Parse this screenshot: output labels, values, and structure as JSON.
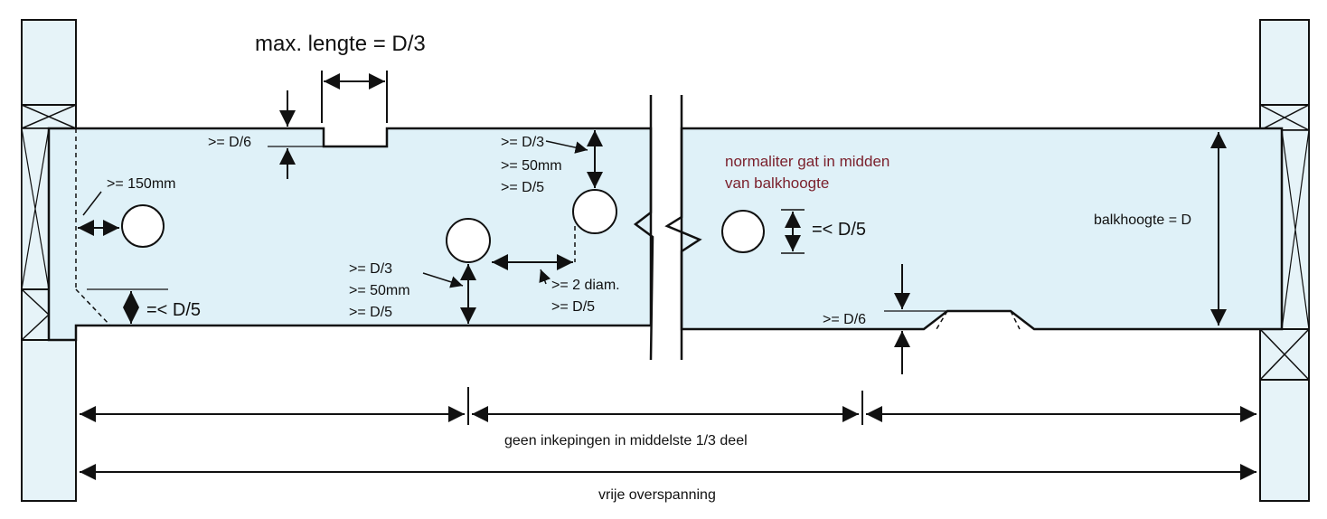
{
  "labels": {
    "max_length": "max. lengte = D/3",
    "d6_top": ">= D/6",
    "mm150": ">= 150mm",
    "d5_left": "=< D/5",
    "upper_d3": ">= D/3",
    "upper_50mm": ">= 50mm",
    "upper_d5": ">= D/5",
    "lower_d3": ">= D/3",
    "lower_50mm": ">= 50mm",
    "lower_d5": ">= D/5",
    "two_diam": ">= 2 diam.",
    "two_diam_d5": ">= D/5",
    "normal_line1": "normaliter gat in midden",
    "normal_line2": "van balkhoogte",
    "d5_right": "=< D/5",
    "d6_bottom": ">= D/6",
    "beam_height": "balkhoogte = D",
    "no_notches": "geen inkepingen in middelste 1/3 deel",
    "clear_span": "vrije overspanning"
  },
  "colors": {
    "beam_fill": "#dff1f8",
    "wall_fill": "#e6f3f8",
    "line": "#111111",
    "note_red": "#7a1f2b"
  },
  "icons": {
    "arrow": "arrowhead",
    "cross_brace": "x-block"
  }
}
